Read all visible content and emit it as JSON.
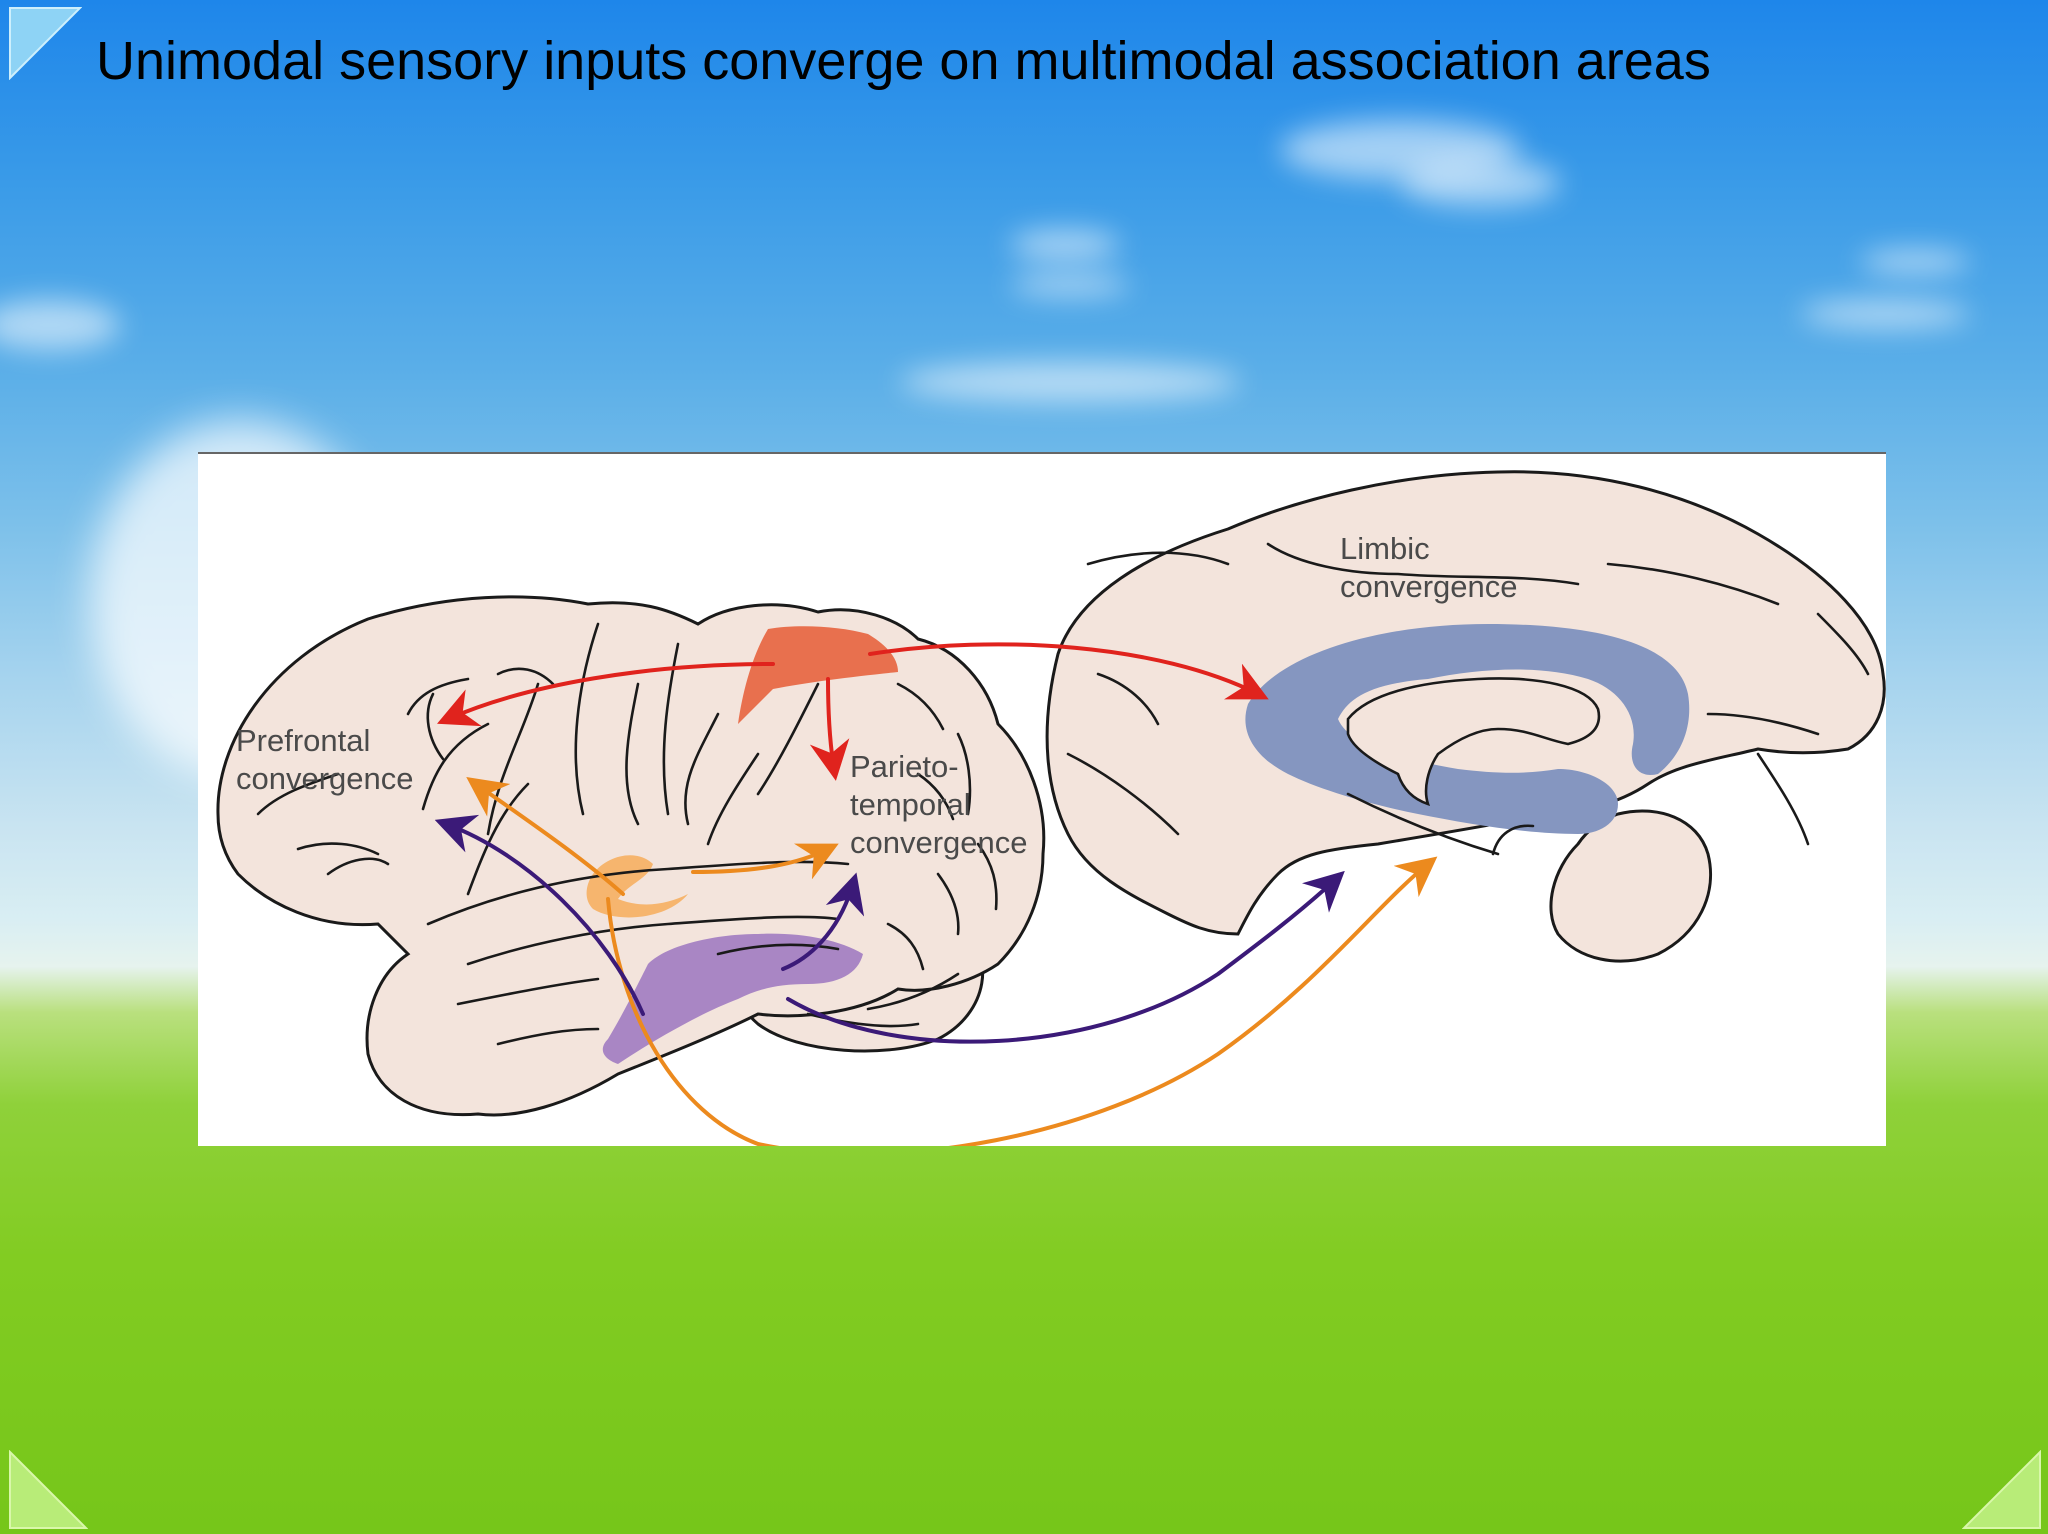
{
  "slide": {
    "title": "Unimodal sensory inputs converge on multimodal association areas"
  },
  "diagram": {
    "labels": {
      "prefrontal": [
        "Prefrontal",
        "convergence"
      ],
      "parietotemporal": [
        "Parieto-",
        "temporal",
        "convergence"
      ],
      "limbic": [
        "Limbic",
        "convergence"
      ]
    },
    "colors": {
      "brain_fill": "#f3e4dc",
      "somatosensory_area": "#e8704e",
      "auditory_area": "#f6b56e",
      "visual_area": "#a986c4",
      "limbic_band": "#8596c0",
      "arrow_red": "#e0231d",
      "arrow_orange": "#ec8a1e",
      "arrow_purple": "#3b1a78"
    }
  }
}
